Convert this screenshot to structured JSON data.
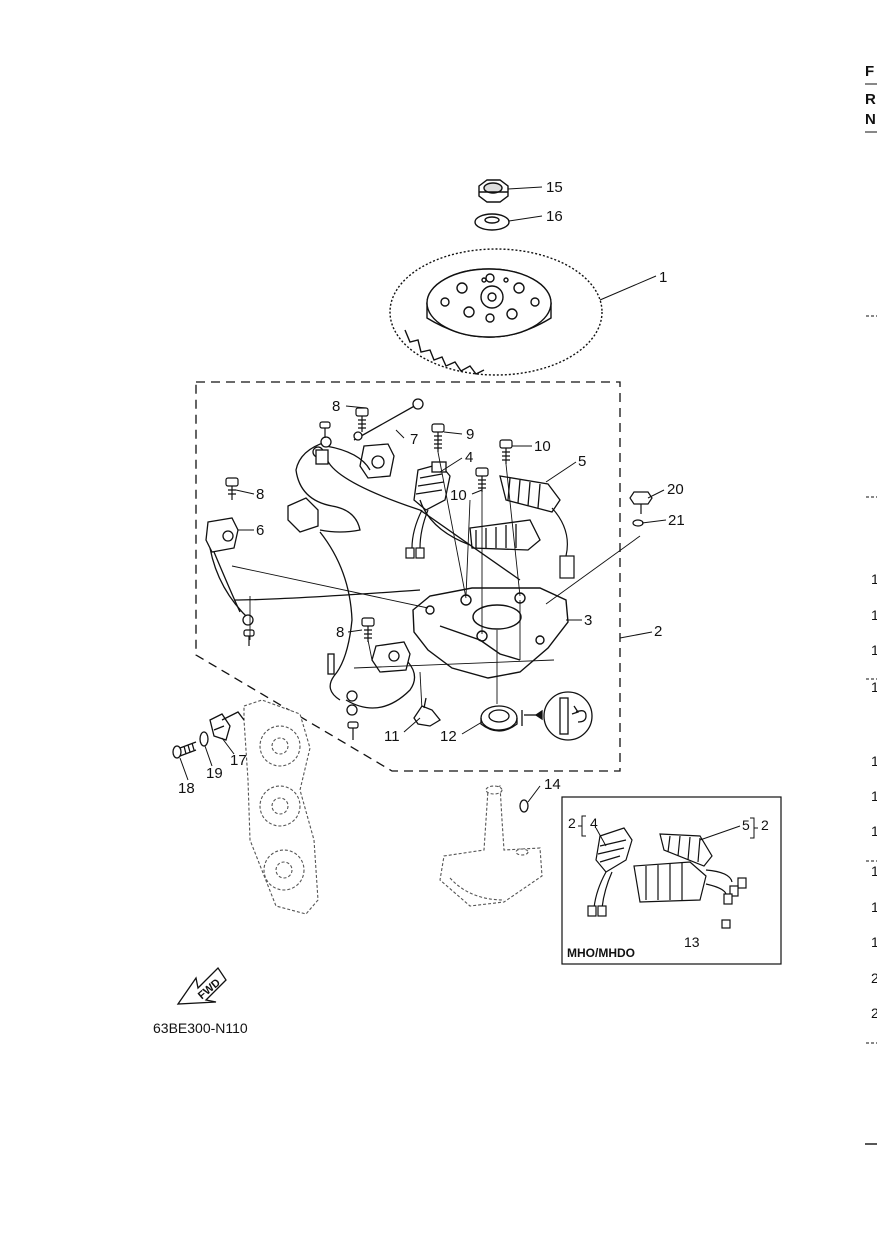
{
  "callouts": {
    "c15": "15",
    "c16": "16",
    "c1": "1",
    "c8a": "8",
    "c7": "7",
    "c9": "9",
    "c10a": "10",
    "c4": "4",
    "c5": "5",
    "c10b": "10",
    "c20": "20",
    "c21": "21",
    "c8b": "8",
    "c6": "6",
    "c3": "3",
    "c2": "2",
    "c8c": "8",
    "c11": "11",
    "c12": "12",
    "c14": "14",
    "c17": "17",
    "c19": "19",
    "c18": "18",
    "c13": "13"
  },
  "inset": {
    "left_group": "2",
    "left_item": "4",
    "right_item": "5",
    "right_group": "2",
    "caption": "MHO/MHDO"
  },
  "fwd_label": "FWD",
  "figure_code": "63BE300-N110",
  "edge_column": {
    "top_letters": [
      "F",
      "R",
      "N"
    ],
    "row_numbers": [
      "1",
      "1",
      "1",
      "1",
      "1",
      "1",
      "1",
      "1",
      "1",
      "1",
      "2",
      "2"
    ]
  }
}
